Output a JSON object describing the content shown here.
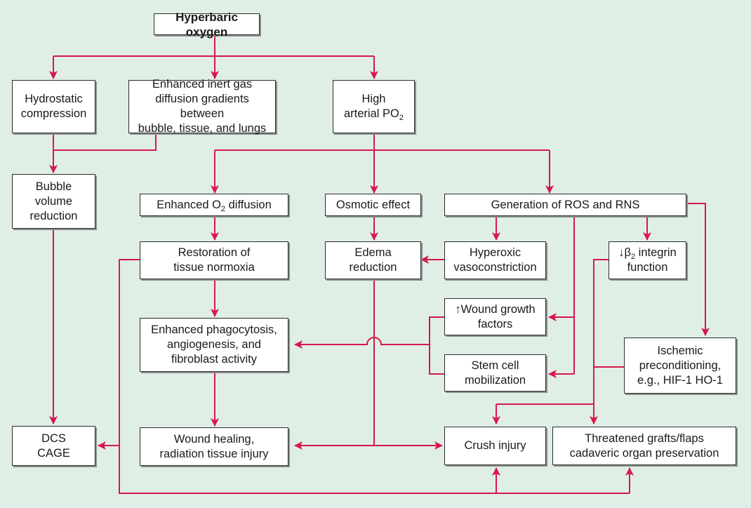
{
  "colors": {
    "background": "#e0efe5",
    "connector": "#d8174a",
    "box_fill": "#ffffff",
    "box_border": "#2b2b2b"
  },
  "nodes": {
    "hbo": {
      "text": "Hyperbaric oxygen"
    },
    "hydrostatic": {
      "text": "Hydrostatic\ncompression"
    },
    "inert_gas": {
      "text": "Enhanced inert gas\ndiffusion gradients between\nbubble, tissue, and lungs"
    },
    "high_po2": {
      "pre": "High\narterial PO",
      "sub": "2"
    },
    "bubble": {
      "text": "Bubble\nvolume\nreduction"
    },
    "o2_diffusion": {
      "pre": "Enhanced O",
      "sub": "2",
      "post": " diffusion"
    },
    "osmotic": {
      "text": "Osmotic effect"
    },
    "ros": {
      "text": "Generation of ROS and RNS"
    },
    "normoxia": {
      "text": "Restoration of\ntissue normoxia"
    },
    "edema": {
      "text": "Edema\nreduction"
    },
    "vasoconstriction": {
      "text": "Hyperoxic\nvasoconstriction"
    },
    "integrin": {
      "pre": "↓β",
      "sub": "2",
      "post": " integrin\nfunction"
    },
    "growth_factors": {
      "text": "↑Wound growth\nfactors"
    },
    "phagocytosis": {
      "text": "Enhanced phagocytosis,\nangiogenesis, and\nfibroblast activity"
    },
    "stem_cell": {
      "text": "Stem cell\nmobilization"
    },
    "ischemic": {
      "text": "Ischemic\npreconditioning,\ne.g., HIF-1 HO-1"
    },
    "dcs": {
      "text": "DCS\nCAGE"
    },
    "wound_healing": {
      "text": "Wound healing,\nradiation tissue injury"
    },
    "crush": {
      "text": "Crush injury"
    },
    "grafts": {
      "text": "Threatened grafts/flaps\ncadaveric organ preservation"
    }
  }
}
